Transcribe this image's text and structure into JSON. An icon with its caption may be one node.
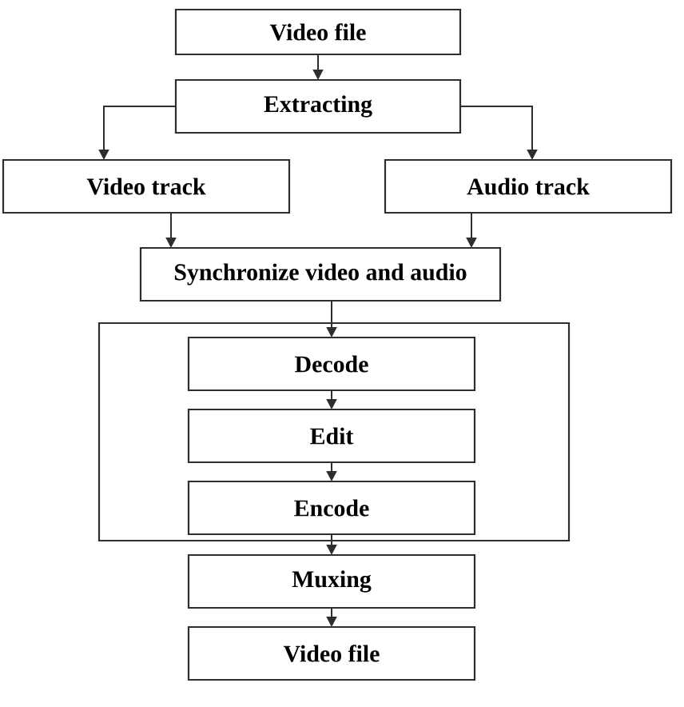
{
  "diagram": {
    "nodes": [
      {
        "text": [
          "Video file"
        ]
      },
      {
        "text": [
          "Extracting"
        ]
      },
      {
        "text": [
          "Video track"
        ]
      },
      {
        "text": [
          "Audio track"
        ]
      },
      {
        "text": [
          "Synchronize video and audio"
        ]
      },
      {
        "text": [],
        "shape": "box"
      },
      {
        "text": [
          "Decode"
        ],
        "in": 5
      },
      {
        "text": [
          "Edit"
        ],
        "in": 5
      },
      {
        "text": [
          "Encode"
        ],
        "in": 5
      },
      {
        "text": [
          "Muxing"
        ]
      },
      {
        "text": [
          "Video file"
        ]
      }
    ],
    "edges": [
      {
        "from": 0,
        "to": 1,
        "arrow": "to"
      },
      {
        "from": 1,
        "to": 2,
        "arrow": "to"
      },
      {
        "from": 1,
        "to": 3,
        "arrow": "to"
      },
      {
        "from": 2,
        "to": 4,
        "arrow": "to"
      },
      {
        "from": 3,
        "to": 4,
        "arrow": "to"
      },
      {
        "from": 4,
        "to": 6,
        "arrow": "to"
      },
      {
        "from": 6,
        "to": 7,
        "arrow": "to"
      },
      {
        "from": 7,
        "to": 8,
        "arrow": "to"
      },
      {
        "from": 8,
        "to": 9,
        "arrow": "to"
      },
      {
        "from": 9,
        "to": 10,
        "arrow": "to"
      }
    ]
  }
}
